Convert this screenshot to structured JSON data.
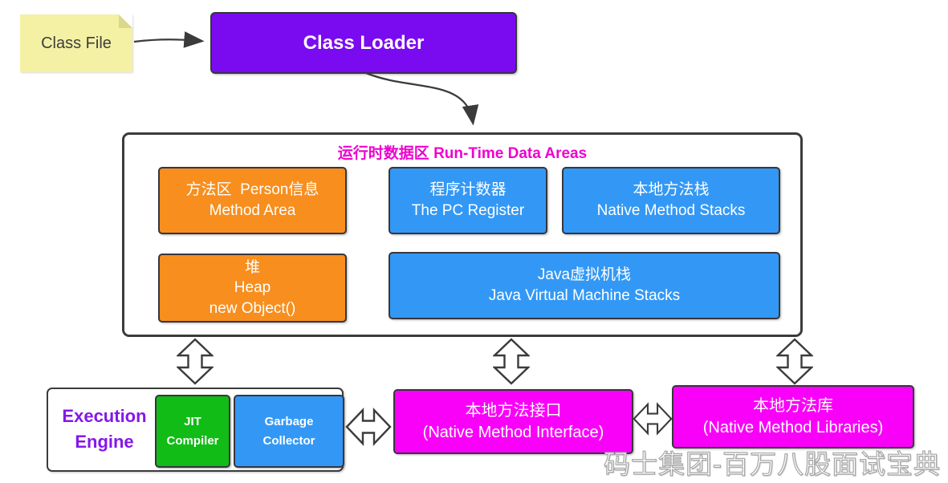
{
  "colors": {
    "purple": "#7A0BF0",
    "orange": "#F78E1E",
    "blue": "#3398F5",
    "green": "#10BC15",
    "magenta": "#F901F9",
    "title_text": "#EE01CF",
    "engine_text": "#8517E8",
    "line": "#3b3b3b"
  },
  "class_file": {
    "label": "Class File"
  },
  "class_loader": {
    "label": "Class Loader"
  },
  "runtime": {
    "title": "运行时数据区 Run-Time Data Areas",
    "method_area": {
      "line1": "方法区  Person信息",
      "line2": "Method Area"
    },
    "pc_register": {
      "line1": "程序计数器",
      "line2": "The PC Register"
    },
    "native_method_stacks": {
      "line1": "本地方法栈",
      "line2": "Native Method Stacks"
    },
    "heap": {
      "line1": "堆",
      "line2": "Heap",
      "line3": "new Object()"
    },
    "jvm_stacks": {
      "line1": "Java虚拟机栈",
      "line2": "Java Virtual Machine Stacks"
    }
  },
  "engine": {
    "execution": {
      "line1": "Execution",
      "line2": "Engine"
    },
    "jit": {
      "line1": "JIT",
      "line2": "Compiler"
    },
    "gc": {
      "line1": "Garbage",
      "line2": "Collector"
    }
  },
  "native": {
    "interface": {
      "line1": "本地方法接口",
      "line2": "(Native Method Interface)"
    },
    "libraries": {
      "line1": "本地方法库",
      "line2": "(Native Method Libraries)"
    }
  },
  "watermark": "码士集团-百万八股面试宝典"
}
